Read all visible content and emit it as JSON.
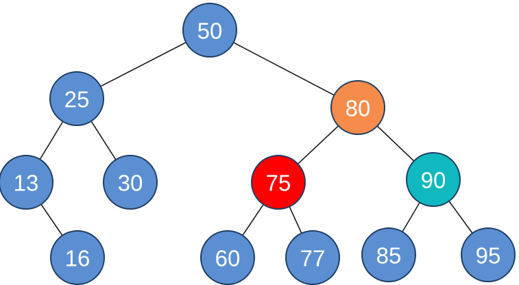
{
  "colors": {
    "default": "#5b8fd1",
    "highlight_orange": "#f58c4b",
    "highlight_red": "#ff0000",
    "highlight_teal": "#10b8bf",
    "edge": "#1a1a1a"
  },
  "nodes": [
    {
      "id": "n50",
      "label": "50",
      "color": "default"
    },
    {
      "id": "n25",
      "label": "25",
      "color": "default"
    },
    {
      "id": "n80",
      "label": "80",
      "color": "highlight_orange"
    },
    {
      "id": "n13",
      "label": "13",
      "color": "default"
    },
    {
      "id": "n30",
      "label": "30",
      "color": "default"
    },
    {
      "id": "n75",
      "label": "75",
      "color": "highlight_red"
    },
    {
      "id": "n90",
      "label": "90",
      "color": "highlight_teal"
    },
    {
      "id": "n16",
      "label": "16",
      "color": "default"
    },
    {
      "id": "n60",
      "label": "60",
      "color": "default"
    },
    {
      "id": "n77",
      "label": "77",
      "color": "default"
    },
    {
      "id": "n85",
      "label": "85",
      "color": "default"
    },
    {
      "id": "n95",
      "label": "95",
      "color": "default"
    }
  ],
  "edges": [
    {
      "from": "n50",
      "to": "n25"
    },
    {
      "from": "n50",
      "to": "n80"
    },
    {
      "from": "n25",
      "to": "n13"
    },
    {
      "from": "n25",
      "to": "n30"
    },
    {
      "from": "n13",
      "to": "n16"
    },
    {
      "from": "n80",
      "to": "n75"
    },
    {
      "from": "n80",
      "to": "n90"
    },
    {
      "from": "n75",
      "to": "n60"
    },
    {
      "from": "n75",
      "to": "n77"
    },
    {
      "from": "n90",
      "to": "n85"
    },
    {
      "from": "n90",
      "to": "n95"
    }
  ]
}
